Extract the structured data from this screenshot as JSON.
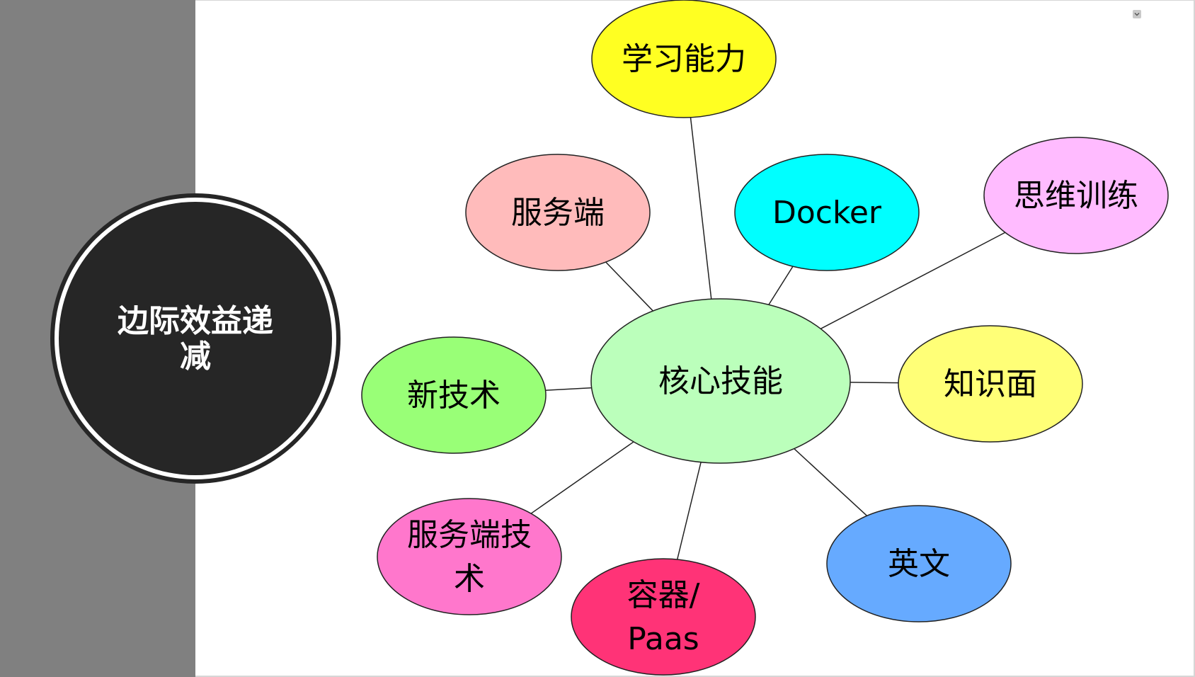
{
  "topic": {
    "lines": [
      "边际效益递",
      "减"
    ],
    "fill": "#262626",
    "ring": "#262626"
  },
  "center": {
    "id": "core",
    "lines": [
      "核心技能"
    ],
    "color": "#bbffbb"
  },
  "nodes": [
    {
      "id": "learning",
      "lines": [
        "学习能力"
      ],
      "color": "#ffff22"
    },
    {
      "id": "server",
      "lines": [
        "服务端"
      ],
      "color": "#ffbbbb"
    },
    {
      "id": "docker",
      "lines": [
        "Docker"
      ],
      "color": "#00ffff"
    },
    {
      "id": "thinking",
      "lines": [
        "思维训练"
      ],
      "color": "#ffbbff"
    },
    {
      "id": "new-tech",
      "lines": [
        "新技术"
      ],
      "color": "#99ff77"
    },
    {
      "id": "knowledge",
      "lines": [
        "知识面"
      ],
      "color": "#ffff77"
    },
    {
      "id": "server-tech",
      "lines": [
        "服务端技",
        "术"
      ],
      "color": "#ff77cc"
    },
    {
      "id": "container",
      "lines": [
        "容器/",
        "Paas"
      ],
      "color": "#ff3377"
    },
    {
      "id": "english",
      "lines": [
        "英文"
      ],
      "color": "#66aaff"
    }
  ],
  "icons": {
    "collapse": "chevron-down-icon"
  }
}
